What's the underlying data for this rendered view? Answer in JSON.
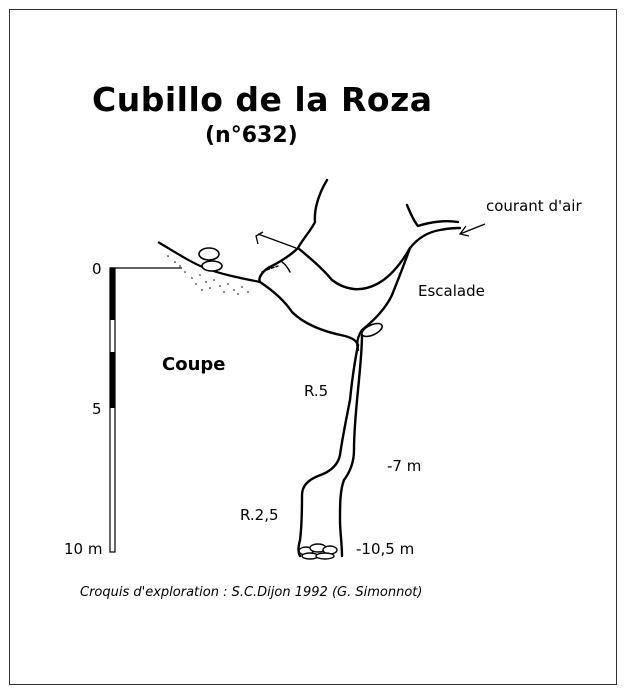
{
  "title": "Cubillo de la Roza",
  "subtitle": "(n°632)",
  "section_label": "Coupe",
  "scale": {
    "label_0": "0",
    "label_5": "5",
    "label_10": "10 m"
  },
  "annotations": {
    "air_current": "courant d'air",
    "climb": "Escalade",
    "pitch_1": "R.5",
    "depth_1": "-7 m",
    "pitch_2": "R.2,5",
    "depth_2": "-10,5 m"
  },
  "credit": "Croquis d'exploration : S.C.Dijon 1992 (G. Simonnot)",
  "colors": {
    "ink": "#000000",
    "background": "#ffffff"
  }
}
